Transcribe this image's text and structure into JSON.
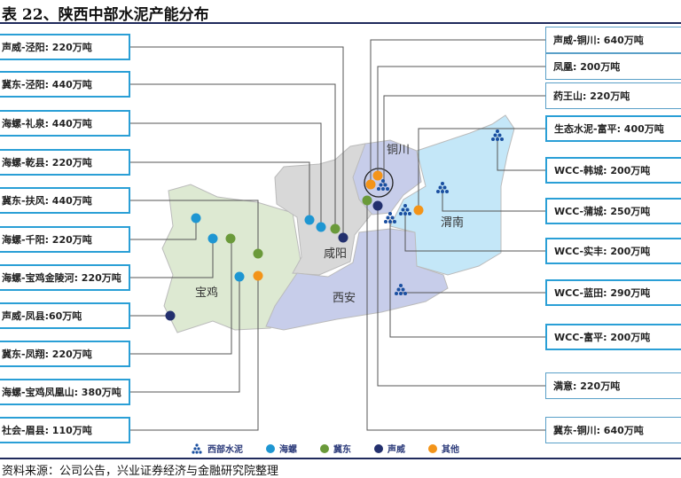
{
  "title": "表 22、陕西中部水泥产能分布",
  "left_boxes": [
    "声威-泾阳: 220万吨",
    "冀东-泾阳: 440万吨",
    "海螺-礼泉: 440万吨",
    "海螺-乾县: 220万吨",
    "冀东-扶风: 440万吨",
    "海螺-千阳: 220万吨",
    "海螺-宝鸡金陵河: 220万吨",
    "声威-凤县:60万吨",
    "冀东-凤翔: 220万吨",
    "海螺-宝鸡凤凰山: 380万吨",
    "社会-眉县: 110万吨"
  ],
  "right_boxes": [
    "声威-铜川: 640万吨",
    "凤凰: 200万吨",
    "药王山: 220万吨",
    "生态水泥-富平: 400万吨",
    "WCC-韩城: 200万吨",
    "WCC-蒲城: 250万吨",
    "WCC-实丰: 200万吨",
    "WCC-蓝田: 290万吨",
    "WCC-富平: 200万吨",
    "满意: 220万吨",
    "冀东-铜川: 640万吨"
  ],
  "regions": {
    "tongchuan": "铜川",
    "xianyang": "咸阳",
    "baoji": "宝鸡",
    "xian": "西安",
    "weinan": "渭南"
  },
  "legend": [
    "西部水泥",
    "海螺",
    "冀东",
    "声威",
    "其他"
  ],
  "colors": {
    "xibu": "#1a4fa0",
    "hailuo": "#1e96d2",
    "jidong": "#6a9a3a",
    "shengwei": "#23306e",
    "other": "#f39419"
  },
  "source": "资料来源：公司公告，兴业证券经济与金融研究院整理"
}
